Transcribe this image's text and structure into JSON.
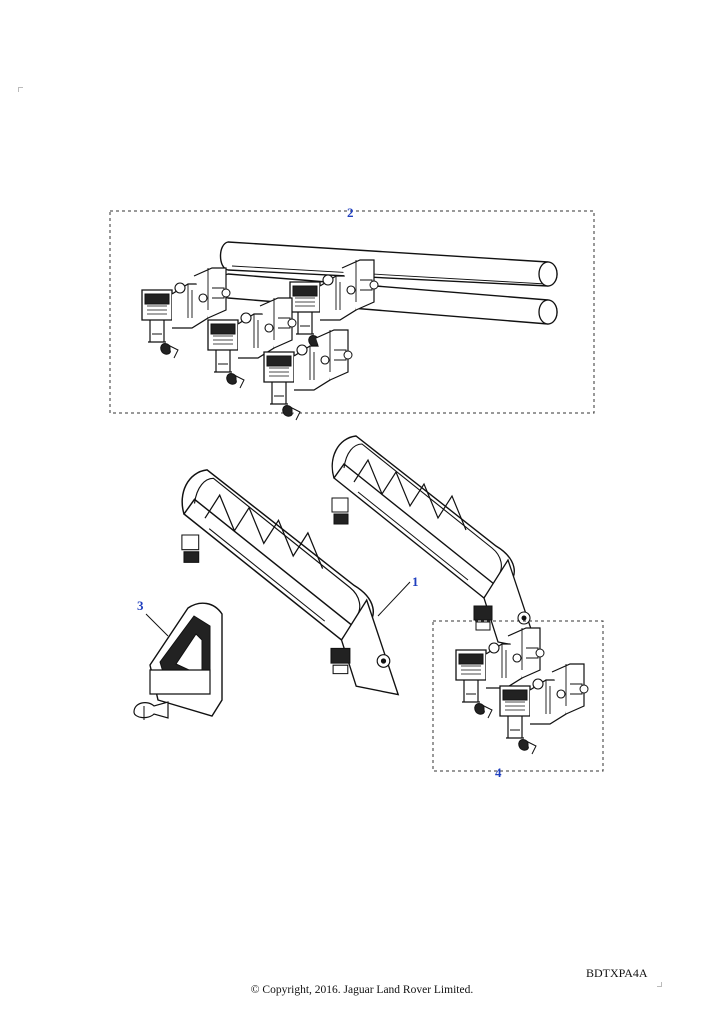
{
  "callouts": {
    "item_1": "1",
    "item_2": "2",
    "item_3": "3",
    "item_4": "4"
  },
  "footer": {
    "reference_code": "BDTXPA4A",
    "copyright": "© Copyright, 2016. Jaguar Land Rover Limited."
  },
  "colors": {
    "callout": "#1f3fbf",
    "linework": "#111111",
    "background": "#ffffff"
  },
  "icons": {
    "clamp_assembly": "ski-clamp-icon",
    "rack_carrier": "ski-rack-carrier-icon",
    "end_cover": "end-cover-icon",
    "tube_bars": "roof-tube-icon"
  }
}
